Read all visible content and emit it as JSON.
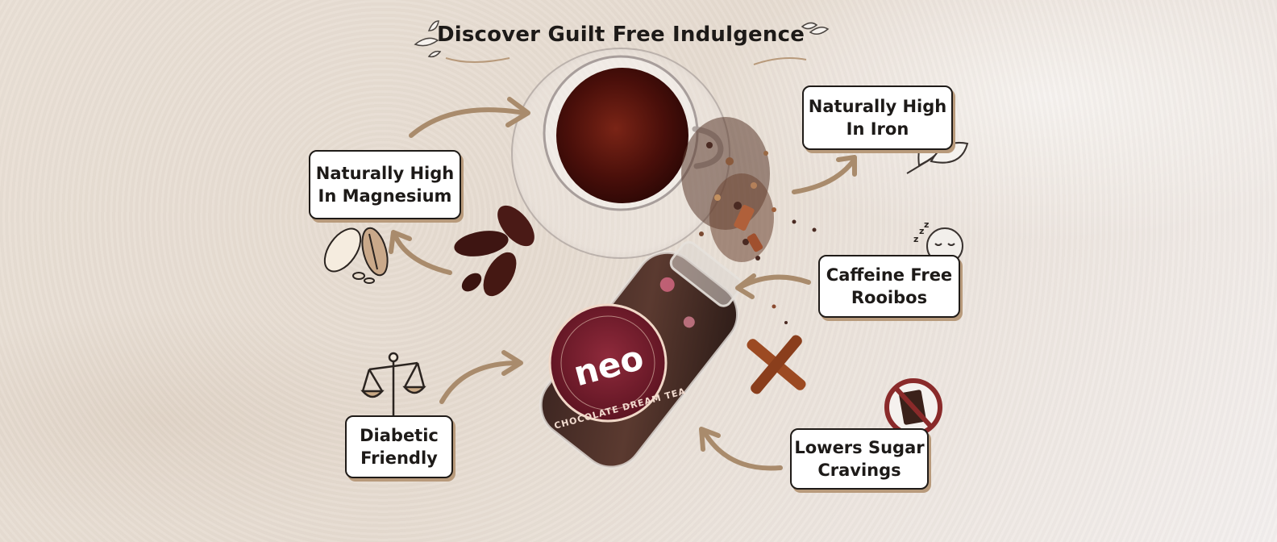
{
  "heading": "Discover Guilt Free Indulgence",
  "labels": {
    "magnesium": [
      "Naturally High",
      "In Magnesium"
    ],
    "iron": [
      "Naturally High",
      "In Iron"
    ],
    "caffeine": [
      "Caffeine Free",
      "Rooibos"
    ],
    "diabetic": [
      "Diabetic",
      "Friendly"
    ],
    "sugar": [
      "Lowers Sugar",
      "Cravings"
    ]
  },
  "product": {
    "brand": "neo",
    "name": "CHOCOLATE DREAM TEA"
  },
  "icons": [
    "cocoa-pod-icon",
    "spinach-leaf-icon",
    "sleeping-moon-icon",
    "balance-scale-icon",
    "no-chocolate-icon",
    "leaf-sprig-icon"
  ],
  "colors": {
    "label_border": "#1f1b18",
    "label_shadow": "#b89a7b",
    "arrow": "#a98b6c",
    "tea": "#5a1410",
    "jar_label": "#7a1f2e"
  }
}
